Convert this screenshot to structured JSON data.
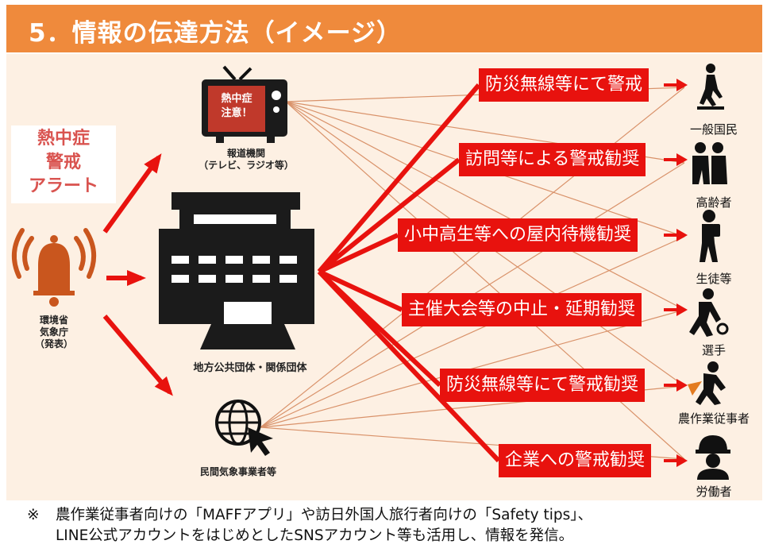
{
  "header": {
    "title": "5．情報の伝達方法（イメージ）"
  },
  "alert": {
    "line1": "熱中症",
    "line2": "警戒",
    "line3": "アラート"
  },
  "sources": {
    "issuer": {
      "line1": "環境省",
      "line2": "気象庁",
      "line3": "（発表）"
    },
    "tv_screen": {
      "line1": "熱中症",
      "line2": "注意！"
    },
    "media": {
      "line1": "報道機関",
      "line2": "（テレビ、ラジオ等）"
    },
    "local_gov": {
      "label": "地方公共団体・関係団体"
    },
    "private": {
      "label": "民間気象事業者等"
    }
  },
  "messages": [
    "防災無線等にて警戒",
    "訪問等による警戒勧奨",
    "小中高生等への屋内待機勧奨",
    "主催大会等の中止・延期勧奨",
    "防災無線等にて警戒勧奨",
    "企業への警戒勧奨"
  ],
  "targets": [
    {
      "label": "一般国民",
      "icon": "pedestrian-icon"
    },
    {
      "label": "高齢者",
      "icon": "elderly-icon"
    },
    {
      "label": "生徒等",
      "icon": "student-icon"
    },
    {
      "label": "選手",
      "icon": "athlete-icon"
    },
    {
      "label": "農作業従事者",
      "icon": "farmer-icon"
    },
    {
      "label": "労働者",
      "icon": "worker-icon"
    }
  ],
  "note": {
    "mark": "※",
    "line1": "農作業従事者向けの「MAFFアプリ」や訪日外国人旅行者向けの「Safety tips」、",
    "line2": "LINE公式アカウントをはじめとしたSNSアカウント等も活用し、情報を発信。"
  },
  "colors": {
    "header": "#ef8a3c",
    "panel": "#fdf0e3",
    "arrow": "#e8120e",
    "thin_line": "#d9926a",
    "bell": "#c9561e"
  }
}
